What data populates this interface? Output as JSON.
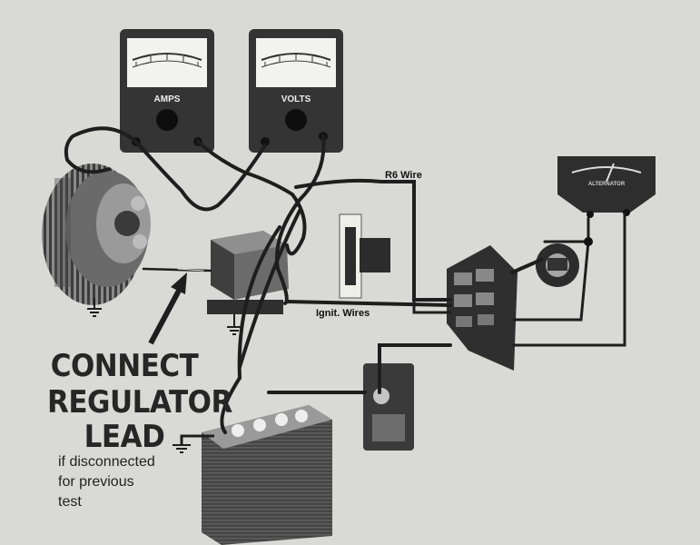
{
  "labels": {
    "amps": "AMPS",
    "volts": "VOLTS",
    "alternator": "ALTERNATOR",
    "r6_wire": "R6 Wire",
    "ignit_wires": "Ignit. Wires",
    "callout_line1": "CONNECT",
    "callout_line2": "REGULATOR",
    "callout_line3": "LEAD",
    "note_line1": "if disconnected",
    "note_line2": "for previous",
    "note_line3": "test"
  },
  "colors": {
    "background": "#d9d9d6",
    "wire": "#1e1e1e",
    "meter_body": "#3a3a3a"
  }
}
